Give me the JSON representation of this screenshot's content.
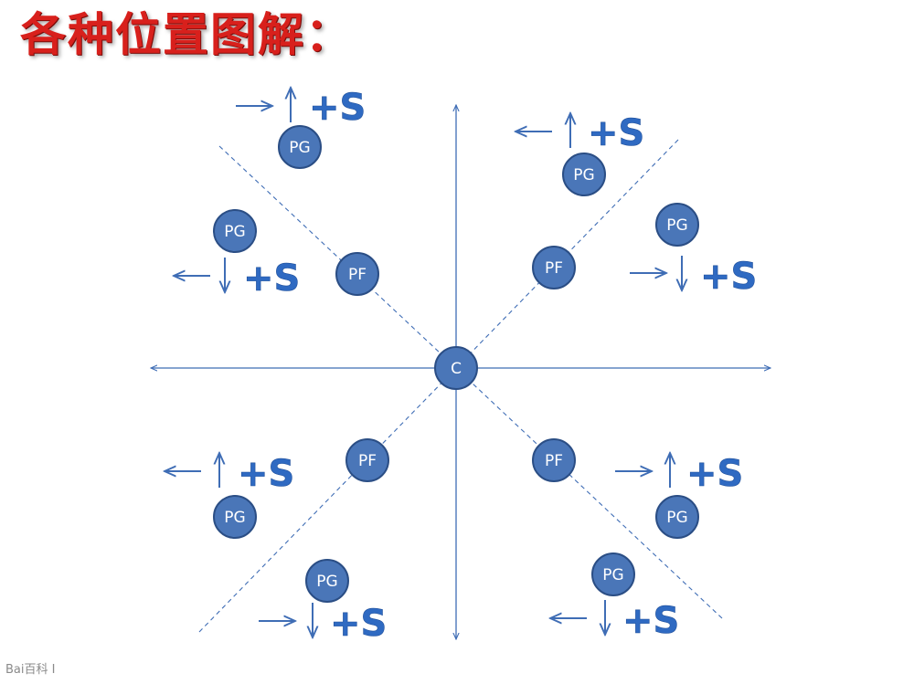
{
  "title": "各种位置图解：",
  "watermark": "Bai百科 I",
  "colors": {
    "title": "#d8201c",
    "node_fill": "#4a76b8",
    "node_stroke": "#2b4e85",
    "line": "#3f6db5",
    "arrow": "#3f6db5",
    "s_label": "#2f6ac2"
  },
  "nodes": {
    "center": "C",
    "pf": "PF",
    "pg": "PG"
  },
  "s_label": "+S"
}
